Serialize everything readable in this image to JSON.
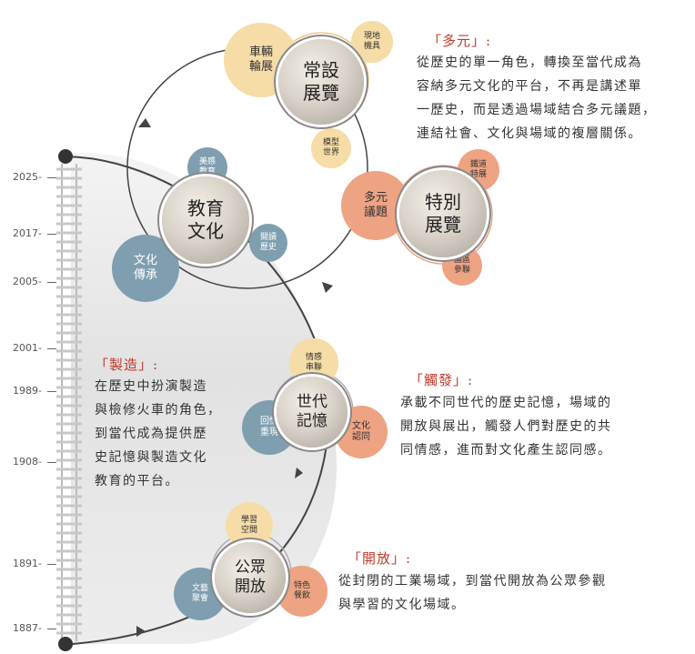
{
  "years": [
    "2025-",
    "2017-",
    "2005-",
    "2001-",
    "1989-",
    "1908-",
    "1891-",
    "1887-"
  ],
  "hubs": {
    "exhibit": "常設\n展覽",
    "special": "特別\n展覽",
    "education": "教育\n文化",
    "memory": "世代\n記憶",
    "public": "公眾\n開放"
  },
  "bubbles": {
    "train_wheel": "車輛\n輪展",
    "site_machine": "現地\n機具",
    "model_world": "模型\n世界",
    "diverse_issue": "多元\n議題",
    "railway_special": "鐵道\n特展",
    "school_union": "園區\n參聯",
    "aesthetic_edu": "美感\n教育",
    "cultural_heritage": "文化\n傳承",
    "read_history": "閱讀\n歷史",
    "emotion_link": "情感\n串聯",
    "memory_present": "回憶\n重現",
    "culture_identity": "文化\n認同",
    "learning_space": "學習\n空間",
    "cultural_gather": "文藝\n聚會",
    "special_meal": "特色\n餐飲"
  },
  "sections": {
    "diverse": {
      "title": "「多元」:",
      "body": "從歷史的單一角色，轉換至當代成為\n容納多元文化的平台，不再是講述單\n一歷史，而是透過場域結合多元議題，\n連結社會、文化與場域的複層關係。"
    },
    "manufacture": {
      "title": "「製造」:",
      "body": "在歷史中扮演製造\n與檢修火車的角色，\n到當代成為提供歷\n史記憶與製造文化\n教育的平台。"
    },
    "touch": {
      "title": "「觸發」:",
      "body": "承載不同世代的歷史記憶，場域的\n開放與展出，觸發人們對歷史的共\n同情感，進而對文化產生認同感。"
    },
    "open": {
      "title": "「開放」:",
      "body": "從封閉的工業場域，到當代開放為公眾參觀\n與學習的文化場域。"
    }
  },
  "colors": {
    "yellow": "#f4d79a",
    "orange": "#ec9a78",
    "blue": "#7f9fb0",
    "accent": "#c0392b",
    "line": "#444444"
  }
}
